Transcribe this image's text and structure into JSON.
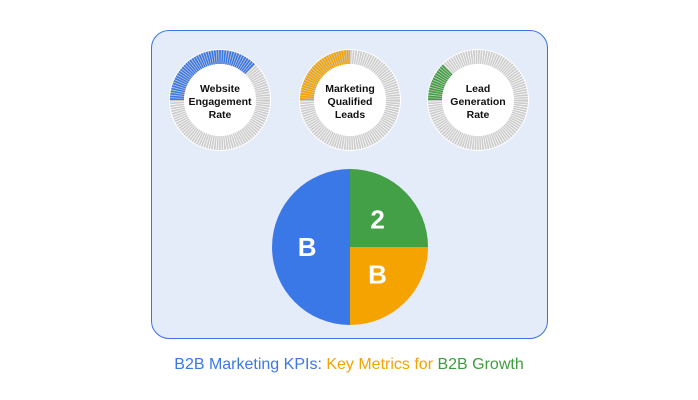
{
  "gauges": [
    {
      "lines": [
        "Website",
        "Engagement",
        "Rate"
      ],
      "value": 0.375,
      "color": "#3b78e7"
    },
    {
      "lines": [
        "Marketing",
        "Qualified",
        "Leads"
      ],
      "value": 0.25,
      "color": "#f4a300"
    },
    {
      "lines": [
        "Lead",
        "Generation",
        "Rate"
      ],
      "value": 0.125,
      "color": "#3e9e3e"
    }
  ],
  "track_color": "#cccccc",
  "pie": {
    "slices": [
      {
        "label": "B",
        "fraction": 0.5,
        "color": "#3b78e7"
      },
      {
        "label": "2",
        "fraction": 0.25,
        "color": "#43a047"
      },
      {
        "label": "B",
        "fraction": 0.25,
        "color": "#f4a300"
      }
    ]
  },
  "caption": {
    "part1": "B2B Marketing KPIs: ",
    "part2": "Key Metrics for ",
    "part3": "B2B Growth",
    "color1": "#3b78e7",
    "color2": "#f4a300",
    "color3": "#3e9e3e"
  }
}
